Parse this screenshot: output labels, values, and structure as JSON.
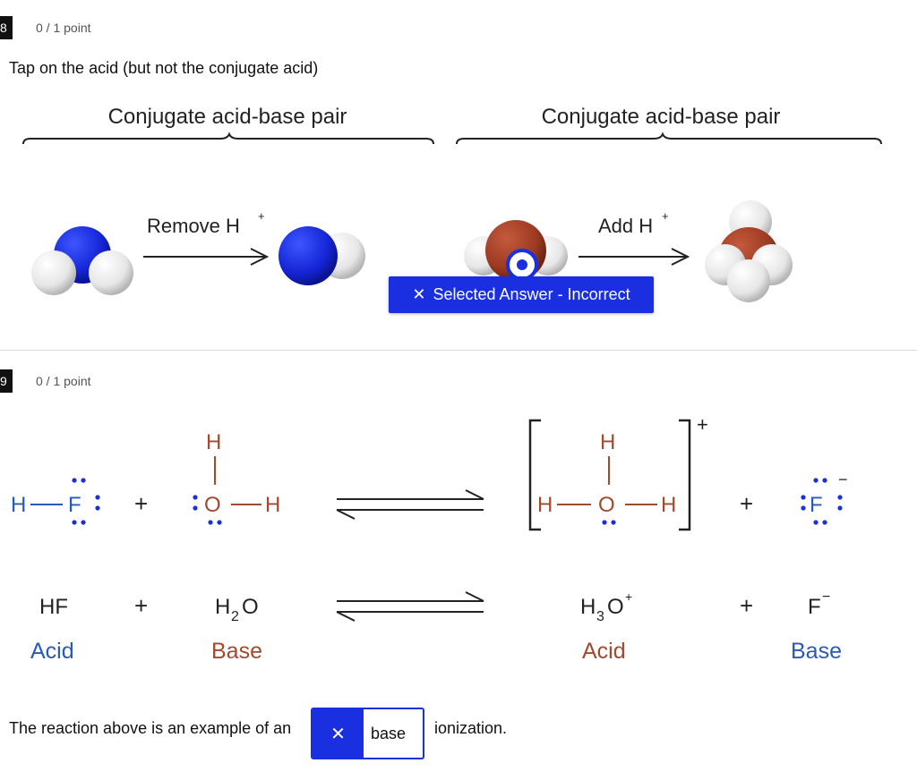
{
  "question8": {
    "number": "8",
    "points": "0 / 1 point",
    "prompt": "Tap on the acid (but not the conjugate acid)",
    "pair_label_left": "Conjugate acid-base pair",
    "pair_label_right": "Conjugate acid-base pair",
    "remove_label": "Remove H",
    "add_label": "Add H",
    "plus_sup": "+",
    "feedback": {
      "icon": "✕",
      "text": "Selected Answer - Incorrect"
    }
  },
  "question9": {
    "number": "9",
    "points": "0 / 1 point",
    "lewis": {
      "H": "H",
      "F": "F",
      "O": "O",
      "plus": "+",
      "charge_plus": "+",
      "minus": "−"
    },
    "formulas": {
      "hf": "HF",
      "h2o_h": "H",
      "h2o_sub": "2",
      "h2o_o": "O",
      "h3o_h": "H",
      "h3o_sub": "3",
      "h3o_o": "O",
      "h3o_sup": "+",
      "f": "F",
      "f_sup": "−",
      "plus": "+"
    },
    "roles": {
      "r1": "Acid",
      "r2": "Base",
      "p1": "Acid",
      "p2": "Base"
    },
    "sentence_before": "The reaction above is an example of an",
    "answer_mark": "✕",
    "answer_value": "base",
    "sentence_after": "ionization."
  },
  "colors": {
    "accent": "#1a2fe0",
    "nitrogen": "#1525d6",
    "oxygen": "#9c3a22",
    "acid_label": "#2a5ab8",
    "base_label": "#a04a2e",
    "lone_pair": "#1a2fe0"
  }
}
